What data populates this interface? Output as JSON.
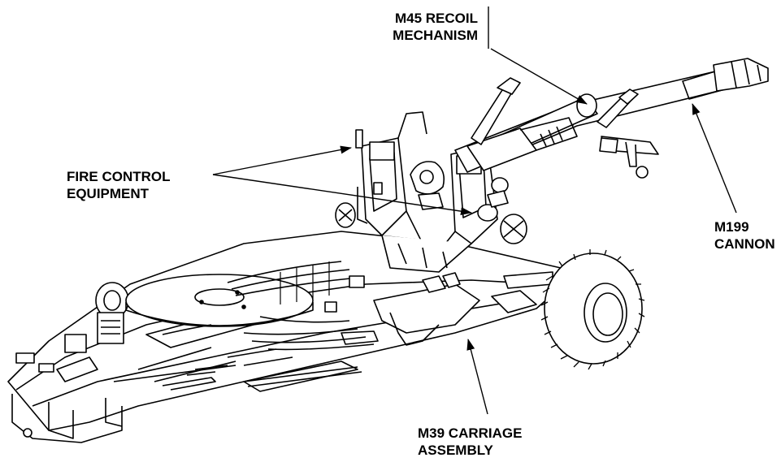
{
  "figure": {
    "subject": "towed howitzer illustration",
    "line_color": "#000000",
    "background": "#ffffff"
  },
  "callouts": {
    "recoil": {
      "line1": "M45 RECOIL",
      "line2": "MECHANISM"
    },
    "fire_control": {
      "line1": "FIRE CONTROL",
      "line2": "EQUIPMENT"
    },
    "cannon": {
      "line1": "M199",
      "line2": "CANNON"
    },
    "carriage": {
      "line1": "M39 CARRIAGE",
      "line2": "ASSEMBLY"
    }
  }
}
